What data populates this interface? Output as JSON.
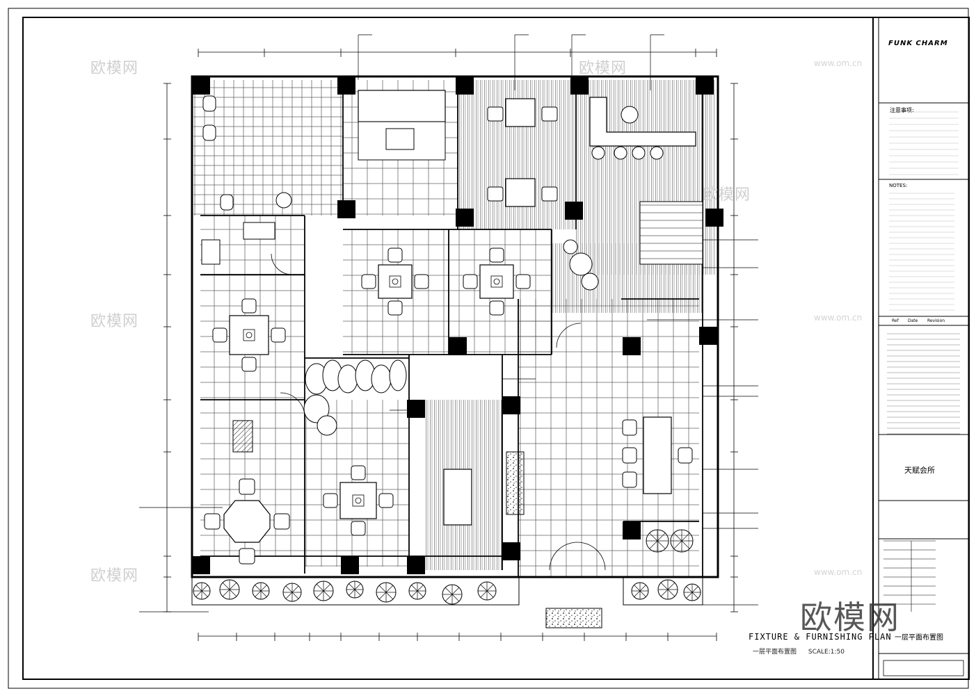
{
  "drawing": {
    "title_en": "FIXTURE & FURNISHING PLAN",
    "title_cn": "一层平面布置图",
    "scale": "SCALE:1:50",
    "project_name": "天赋会所",
    "drawing_name": "一层平面布置图"
  },
  "title_block": {
    "logo_text": "FUNK CHARM",
    "notes_heading": "注意事项:",
    "notes_heading_en": "NOTES:",
    "revision_headers": [
      "Ref",
      "Date",
      "Revision"
    ]
  },
  "watermark": {
    "brand": "欧模网",
    "url": "www.om.cn"
  },
  "colors": {
    "line": "#000000",
    "hatch": "#333333",
    "watermark": "#cfcfcf"
  }
}
